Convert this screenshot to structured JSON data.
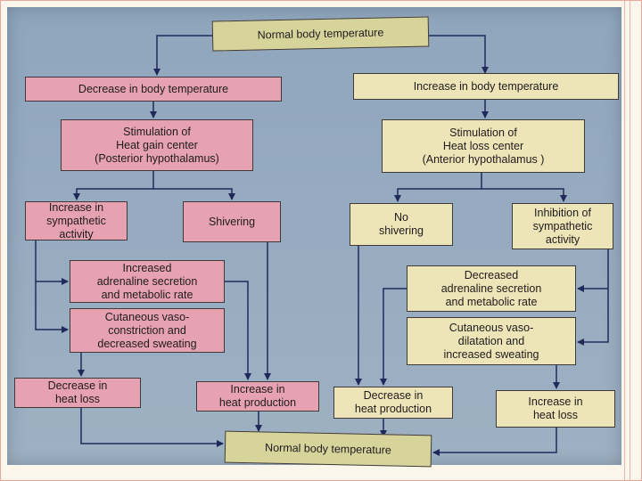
{
  "top": "Normal body temperature",
  "bottom": "Normal body temperature",
  "left": {
    "trigger": "Decrease in body temperature",
    "center": "Stimulation of\nHeat gain center\n(Posterior hypothalamus)",
    "sympathetic": "Increase in\nsympathetic\nactivity",
    "shivering": "Shivering",
    "adrenaline": "Increased\nadrenaline secretion\nand metabolic rate",
    "cutaneous": "Cutaneous vaso-\nconstriction and\ndecreased sweating",
    "heat_loss": "Decrease in\nheat loss",
    "heat_production": "Increase in\nheat production"
  },
  "right": {
    "trigger": "Increase in body temperature",
    "center": "Stimulation of\nHeat loss center\n(Anterior hypothalamus )",
    "no_shivering": "No\nshivering",
    "sympathetic": "Inhibition of\nsympathetic\nactivity",
    "adrenaline": "Decreased\nadrenaline secretion\nand metabolic rate",
    "cutaneous": "Cutaneous vaso-\ndilatation and\nincreased sweating",
    "heat_production": "Decrease in\nheat production",
    "heat_loss": "Increase in\nheat loss"
  },
  "colors": {
    "background": "#97abc0",
    "gain_box": "#e6a2b1",
    "loss_box": "#ede4b7",
    "normal_box": "#d6d49b",
    "arrow": "#1f2a5a"
  }
}
